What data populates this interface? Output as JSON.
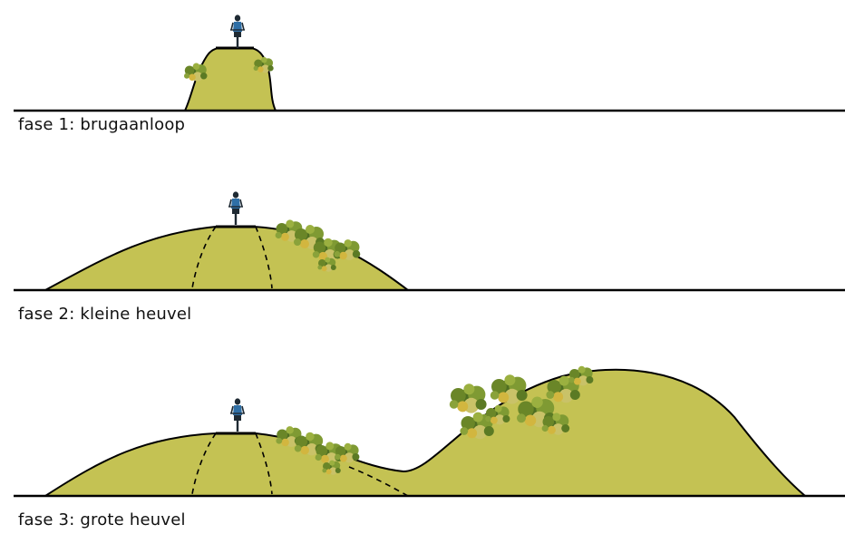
{
  "phases": [
    {
      "caption": "fase 1: brugaanloop"
    },
    {
      "caption": "fase 2: kleine heuvel"
    },
    {
      "caption": "fase 3: grote heuvel"
    }
  ],
  "colors": {
    "hill_fill": "#c4c253",
    "outline": "#000000",
    "foliage_dark": "#4f6e22",
    "foliage_mid": "#7f9a33",
    "foliage_light": "#c9c268",
    "foliage_yellow": "#d2b63f",
    "rider_jersey": "#2f6fa6",
    "rider_dark": "#1f2a33"
  },
  "icons": {
    "cyclist": "cyclist-icon",
    "vegetation": "shrub-cluster-icon"
  }
}
